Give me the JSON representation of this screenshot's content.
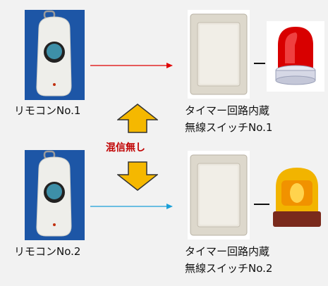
{
  "remote_1": {
    "label": "リモコンNo.1"
  },
  "remote_2": {
    "label": "リモコンNo.2"
  },
  "switch_1": {
    "line1": "タイマー回路内蔵",
    "line2": "無線スイッチNo.1"
  },
  "switch_2": {
    "line1": "タイマー回路内蔵",
    "line2": "無線スイッチNo.2"
  },
  "center_note": "混信無し",
  "colors": {
    "signal_1": "#e00000",
    "signal_2": "#1aa0d8",
    "updown_arrows": "#f5b800",
    "beacon_1": "#d80000",
    "beacon_2": "#f2b400",
    "remote_bg": "#1d56a6"
  },
  "icons": [
    "remote-control-icon",
    "wireless-switch-icon",
    "red-beacon-icon",
    "yellow-beacon-icon",
    "up-arrow-icon",
    "down-arrow-icon"
  ]
}
